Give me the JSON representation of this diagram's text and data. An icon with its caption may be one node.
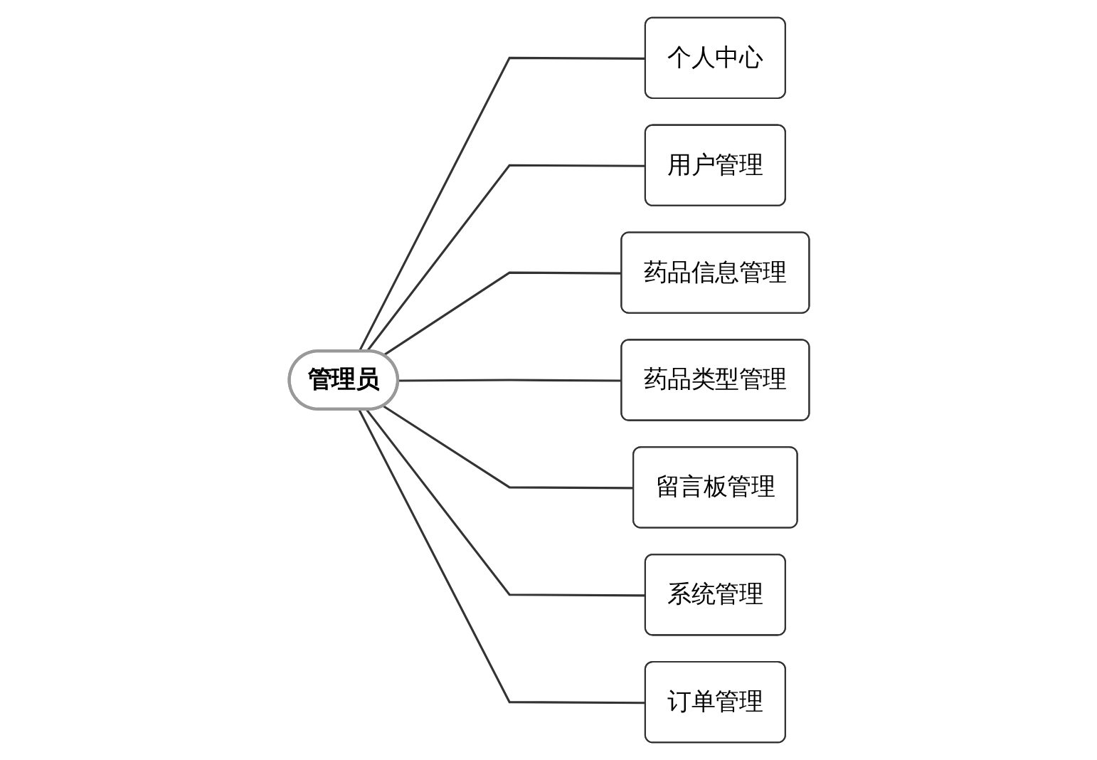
{
  "diagram": {
    "nodes": [
      {
        "text": [
          "管理员"
        ]
      },
      {
        "text": [
          "个人中心"
        ]
      },
      {
        "text": [
          "用户管理"
        ]
      },
      {
        "text": [
          "药品信息管理"
        ]
      },
      {
        "text": [
          "药品类型管理"
        ]
      },
      {
        "text": [
          "留言板管理"
        ]
      },
      {
        "text": [
          "系统管理"
        ]
      },
      {
        "text": [
          "订单管理"
        ]
      }
    ],
    "edges": [
      {
        "from": 0,
        "to": 1,
        "arrow": "none"
      },
      {
        "from": 0,
        "to": 2,
        "arrow": "none"
      },
      {
        "from": 0,
        "to": 3,
        "arrow": "none"
      },
      {
        "from": 0,
        "to": 4,
        "arrow": "none"
      },
      {
        "from": 0,
        "to": 5,
        "arrow": "none"
      },
      {
        "from": 0,
        "to": 6,
        "arrow": "none"
      },
      {
        "from": 0,
        "to": 7,
        "arrow": "none"
      }
    ]
  }
}
